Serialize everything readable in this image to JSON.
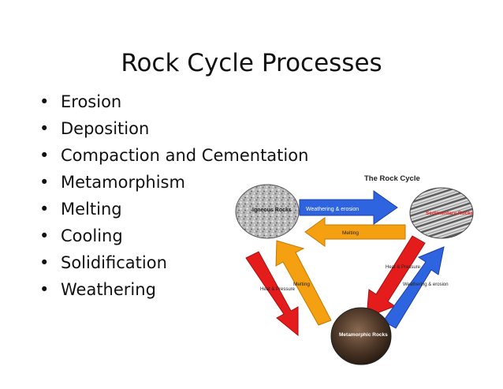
{
  "title": "Rock Cycle Processes",
  "bullets": [
    "Erosion",
    "Deposition",
    "Compaction and Cementation",
    "Metamorphism",
    "Melting",
    "Cooling",
    "Solidification",
    "Weathering"
  ],
  "diagram": {
    "title": "The Rock Cycle",
    "nodes": {
      "igneous": "Igneous Rocks",
      "sedimentary": "Sedimentary Rocks",
      "metamorphic": "Metamorphic Rocks"
    },
    "arrows": {
      "top_right": "Weathering & erosion",
      "top_left": "Melting",
      "left_red": "Heat & Pressure",
      "left_orange": "Melting",
      "right_red": "Heat & Pressure",
      "right_blue": "Weathering & erosion"
    },
    "colors": {
      "blue": "#2f64e0",
      "orange": "#f5a010",
      "red": "#e41c1c"
    }
  }
}
